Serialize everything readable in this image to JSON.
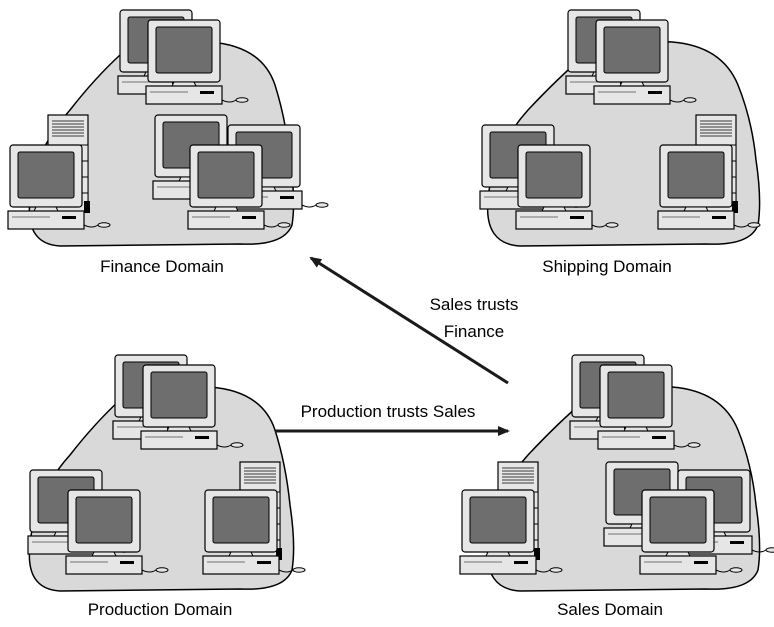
{
  "domains": {
    "finance": {
      "label": "Finance Domain"
    },
    "shipping": {
      "label": "Shipping Domain"
    },
    "production": {
      "label": "Production Domain"
    },
    "sales": {
      "label": "Sales Domain"
    }
  },
  "trusts": {
    "sales_finance": {
      "label_line1": "Sales trusts",
      "label_line2": "Finance"
    },
    "production_sales": {
      "label": "Production trusts Sales"
    }
  },
  "colors": {
    "blob_fill": "#d9d9d9",
    "outline": "#000000",
    "screen": "#6e6e6e",
    "monitor": "#e6e6e6",
    "arrow": "#1a1a1a"
  }
}
